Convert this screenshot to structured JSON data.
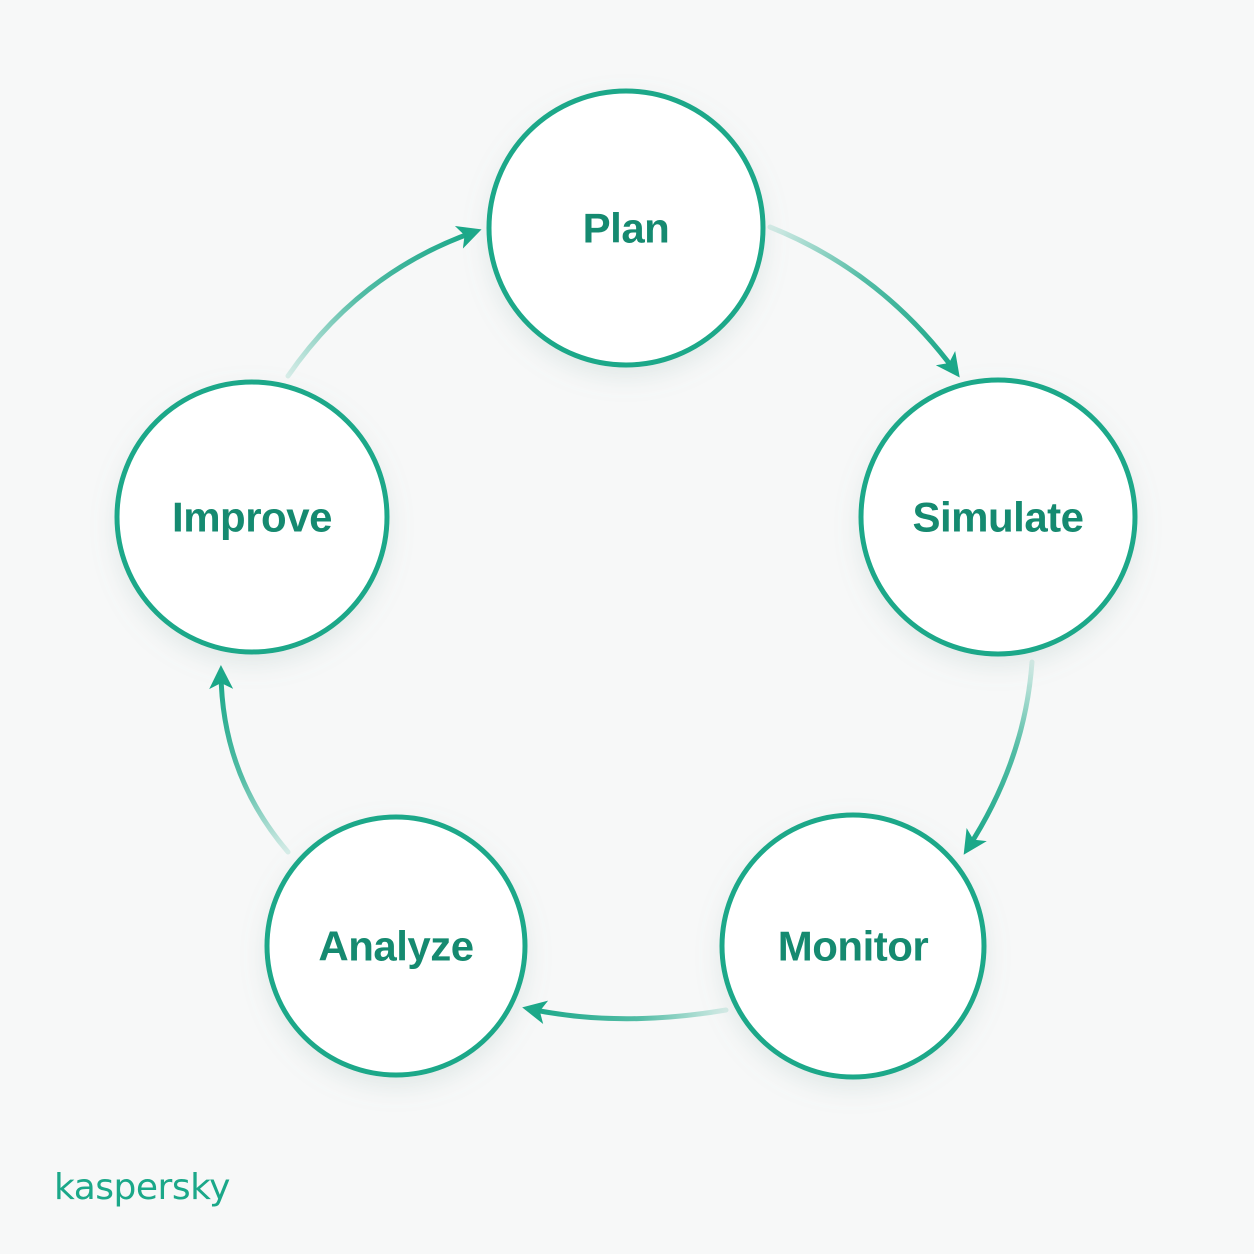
{
  "colors": {
    "accent": "#1ba889",
    "text": "#158a70",
    "node_fill": "#ffffff",
    "background": "#f7f8f8"
  },
  "nodes": [
    {
      "id": "plan",
      "label": "Plan"
    },
    {
      "id": "simulate",
      "label": "Simulate"
    },
    {
      "id": "monitor",
      "label": "Monitor"
    },
    {
      "id": "analyze",
      "label": "Analyze"
    },
    {
      "id": "improve",
      "label": "Improve"
    }
  ],
  "edges": [
    {
      "from": "plan",
      "to": "simulate"
    },
    {
      "from": "simulate",
      "to": "monitor"
    },
    {
      "from": "monitor",
      "to": "analyze"
    },
    {
      "from": "analyze",
      "to": "improve"
    },
    {
      "from": "improve",
      "to": "plan"
    }
  ],
  "brand": {
    "logo_text": "kaspersky"
  }
}
